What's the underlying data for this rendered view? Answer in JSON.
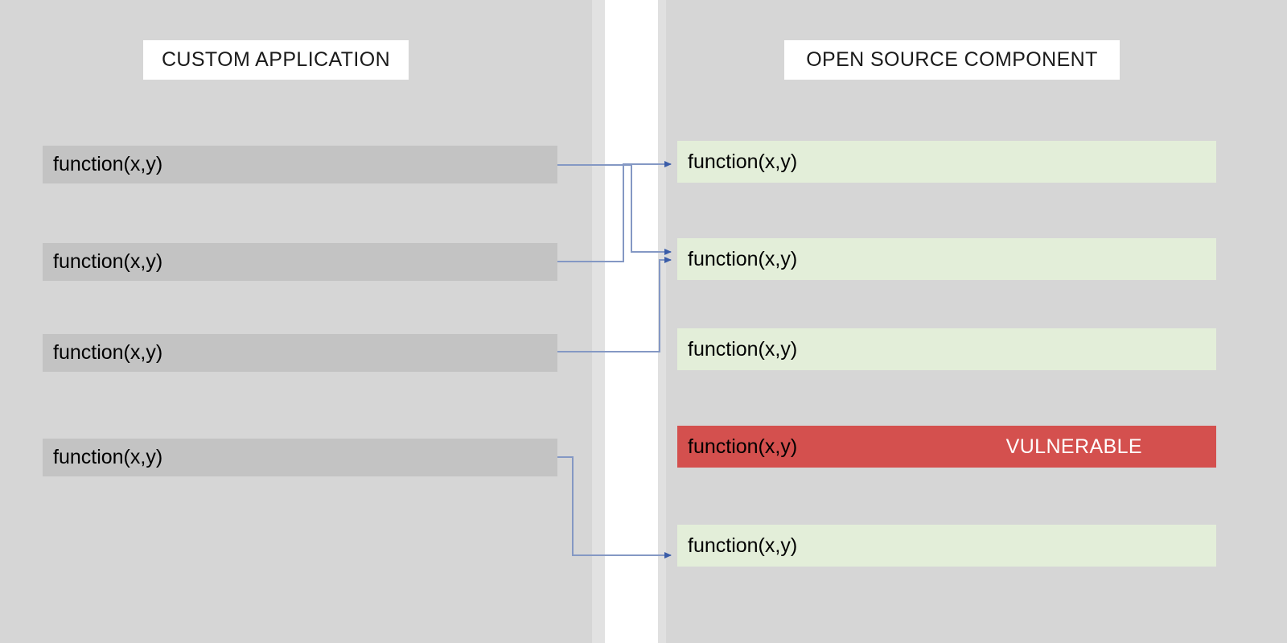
{
  "diagram": {
    "title_left": "CUSTOM APPLICATION",
    "title_right": "OPEN SOURCE COMPONENT",
    "background_color": "#d6d6d6",
    "divider_color": "#ffffff",
    "connector_color": "#7289b8"
  },
  "left_column": {
    "header": "CUSTOM APPLICATION",
    "box_color": "#c3c3c3",
    "rows": [
      {
        "label": "function(x,y)"
      },
      {
        "label": "function(x,y)"
      },
      {
        "label": "function(x,y)"
      },
      {
        "label": "function(x,y)"
      }
    ]
  },
  "right_column": {
    "header": "OPEN SOURCE COMPONENT",
    "box_color": "#e3eed9",
    "vulnerable_color": "#d4504e",
    "rows": [
      {
        "label": "function(x,y)",
        "status": "normal",
        "badge": ""
      },
      {
        "label": "function(x,y)",
        "status": "normal",
        "badge": ""
      },
      {
        "label": "function(x,y)",
        "status": "normal",
        "badge": ""
      },
      {
        "label": "function(x,y)",
        "status": "vulnerable",
        "badge": "VULNERABLE"
      },
      {
        "label": "function(x,y)",
        "status": "normal",
        "badge": ""
      }
    ]
  },
  "connections": [
    {
      "from": "left-row-0",
      "to": "right-row-1"
    },
    {
      "from": "left-row-1",
      "to": "right-row-0"
    },
    {
      "from": "left-row-2",
      "to": "right-row-1"
    },
    {
      "from": "left-row-3",
      "to": "right-row-4"
    }
  ]
}
